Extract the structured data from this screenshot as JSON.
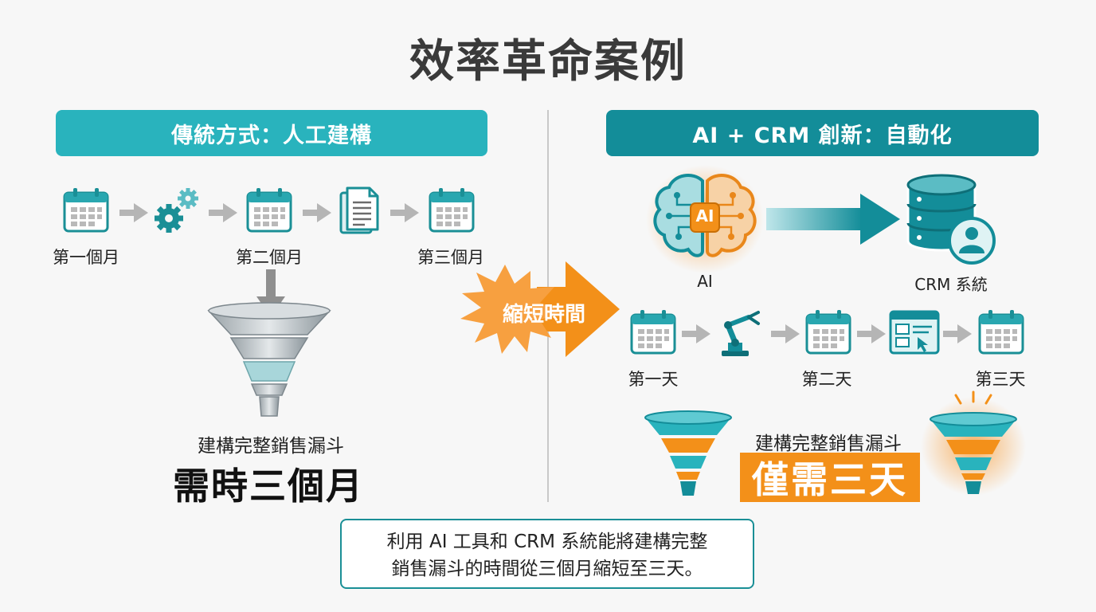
{
  "title": "效率革命案例",
  "left": {
    "header": "傳統方式：人工建構",
    "steps": [
      "第一個月",
      "第二個月",
      "第三個月"
    ],
    "funnel_caption": "建構完整銷售漏斗",
    "duration": "需時三個月"
  },
  "middle": {
    "burst_label": "縮短時間"
  },
  "right": {
    "header": "AI + CRM 創新：自動化",
    "ai_badge": "AI",
    "ai_label": "AI",
    "crm_label": "CRM 系統",
    "steps": [
      "第一天",
      "第二天",
      "第三天"
    ],
    "funnel_caption": "建構完整銷售漏斗",
    "duration": "僅需三天"
  },
  "summary": {
    "line1": "利用 AI 工具和 CRM 系統能將建構完整",
    "line2": "銷售漏斗的時間從三個月縮短至三天。"
  },
  "colors": {
    "teal_light": "#29b3bd",
    "teal_dark": "#138d99",
    "orange": "#f39019",
    "gray_arrow": "#b5b5b5"
  },
  "icons": [
    "calendar-icon",
    "gears-icon",
    "document-icon",
    "brain-icon",
    "database-user-icon",
    "robot-arm-icon",
    "browser-window-icon",
    "funnel-icon",
    "burst-arrow-icon"
  ]
}
